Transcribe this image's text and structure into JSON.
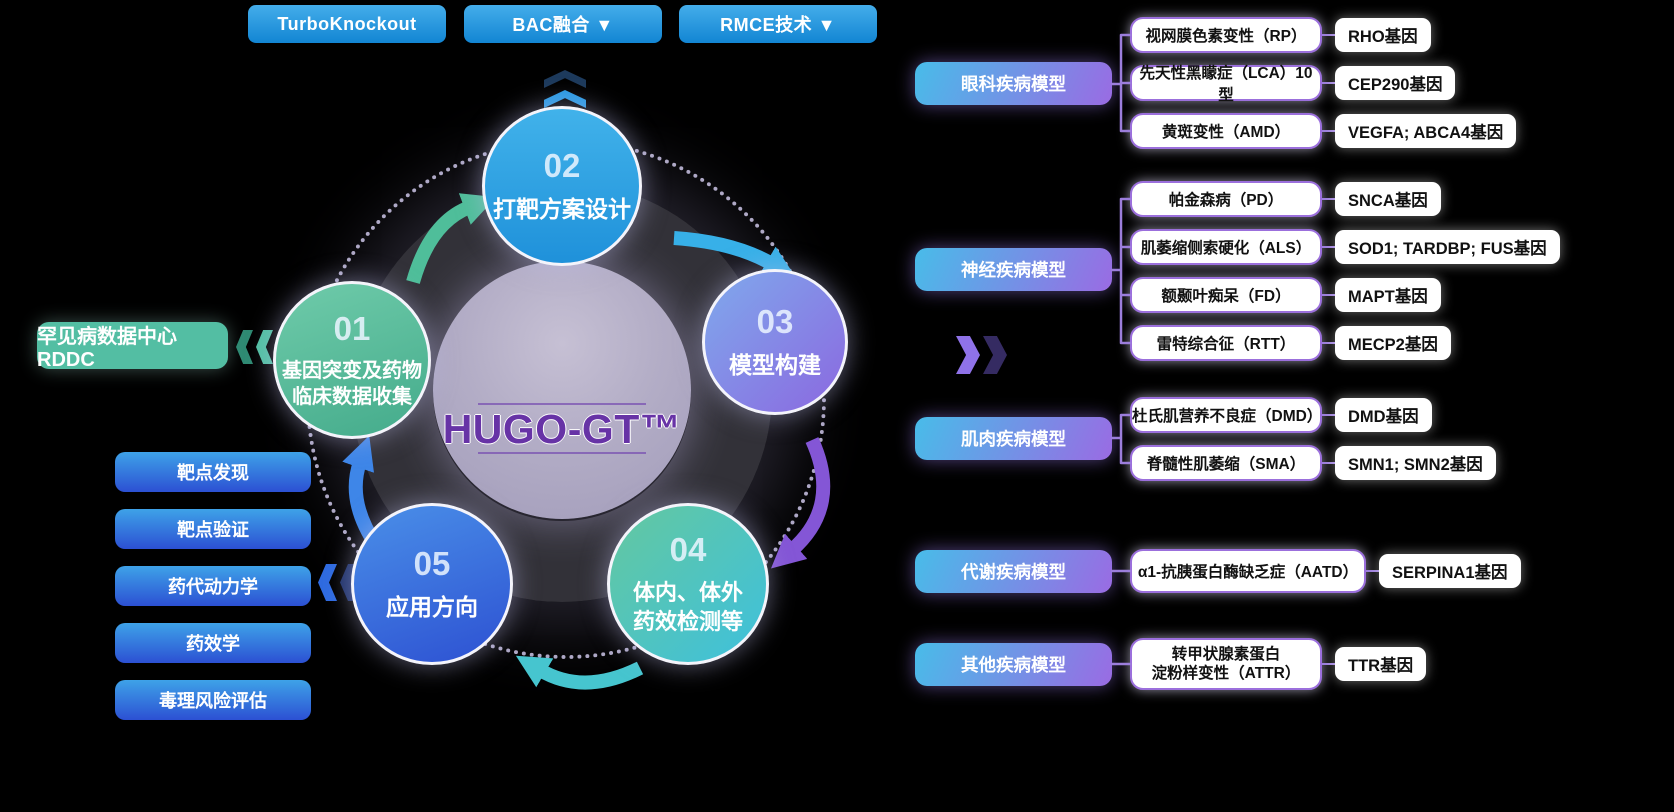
{
  "toolbar": {
    "buttons": [
      {
        "label": "TurboKnockout"
      },
      {
        "label": "BAC融合 ▼"
      },
      {
        "label": "RMCE技术 ▼"
      }
    ]
  },
  "hub": {
    "title": "HUGO-GT™",
    "nodes": [
      {
        "num": "01",
        "line1": "基因突变及药物",
        "line2": "临床数据收集"
      },
      {
        "num": "02",
        "line1": "打靶方案设计",
        "line2": ""
      },
      {
        "num": "03",
        "line1": "模型构建",
        "line2": ""
      },
      {
        "num": "04",
        "line1": "体内、体外",
        "line2": "药效检测等"
      },
      {
        "num": "05",
        "line1": "应用方向",
        "line2": ""
      }
    ]
  },
  "left": {
    "rddc_label": "罕见病数据中心 RDDC",
    "app_items": [
      {
        "label": "靶点发现"
      },
      {
        "label": "靶点验证"
      },
      {
        "label": "药代动力学"
      },
      {
        "label": "药效学"
      },
      {
        "label": "毒理风险评估"
      }
    ]
  },
  "right": {
    "groups": [
      {
        "label": "眼科疾病模型",
        "items": [
          {
            "disease": "视网膜色素变性（RP）",
            "gene": "RHO基因"
          },
          {
            "disease": "先天性黑矇症（LCA）10型",
            "gene": "CEP290基因"
          },
          {
            "disease": "黄斑变性（AMD）",
            "gene": "VEGFA; ABCA4基因"
          }
        ]
      },
      {
        "label": "神经疾病模型",
        "items": [
          {
            "disease": "帕金森病（PD）",
            "gene": "SNCA基因"
          },
          {
            "disease": "肌萎缩侧索硬化（ALS）",
            "gene": "SOD1; TARDBP; FUS基因"
          },
          {
            "disease": "额颞叶痴呆（FD）",
            "gene": "MAPT基因"
          },
          {
            "disease": "雷特综合征（RTT）",
            "gene": "MECP2基因"
          }
        ]
      },
      {
        "label": "肌肉疾病模型",
        "items": [
          {
            "disease": "杜氏肌营养不良症（DMD）",
            "gene": "DMD基因"
          },
          {
            "disease": "脊髓性肌萎缩（SMA）",
            "gene": "SMN1; SMN2基因"
          }
        ]
      },
      {
        "label": "代谢疾病模型",
        "items": [
          {
            "disease": "α1-抗胰蛋白酶缺乏症（AATD）",
            "gene": "SERPINA1基因"
          }
        ]
      },
      {
        "label": "其他疾病模型",
        "items": [
          {
            "disease_line1": "转甲状腺素蛋白",
            "disease_line2": "淀粉样变性（ATTR）",
            "gene": "TTR基因"
          }
        ]
      }
    ]
  },
  "icons": {
    "chevron_up_double": "︽",
    "chevrons_left_double": "«",
    "chevrons_right_double": "»",
    "dropdown_arrow": "▼"
  },
  "colors": {
    "background": "#000000",
    "toolbar_blue_top": "#44adea",
    "toolbar_blue_bottom": "#1285d3",
    "rddc_teal": "#53bea3",
    "app_blue_top": "#3ea2e8",
    "app_blue_bottom": "#2c50d3",
    "group_header_cyan": "#48bce9",
    "group_header_purple": "#9a6be3",
    "disease_border_purple": "#9b6fdc",
    "connector_purple": "#9c7edc",
    "hub_title_purple": "#6733a6",
    "node01_green": "#52b795",
    "node02_blue": "#2ea2e2",
    "node03_blue_purple": "#8b68e0",
    "node04_green_cyan": "#4ec4be",
    "node05_blue": "#3a6fdd",
    "arrow_green": "#4fbe9a",
    "arrow_cyan": "#37b0e8",
    "arrow_purple": "#8456d6",
    "arrow_teal": "#46c5cf",
    "arrow_blue": "#3e86e8"
  }
}
